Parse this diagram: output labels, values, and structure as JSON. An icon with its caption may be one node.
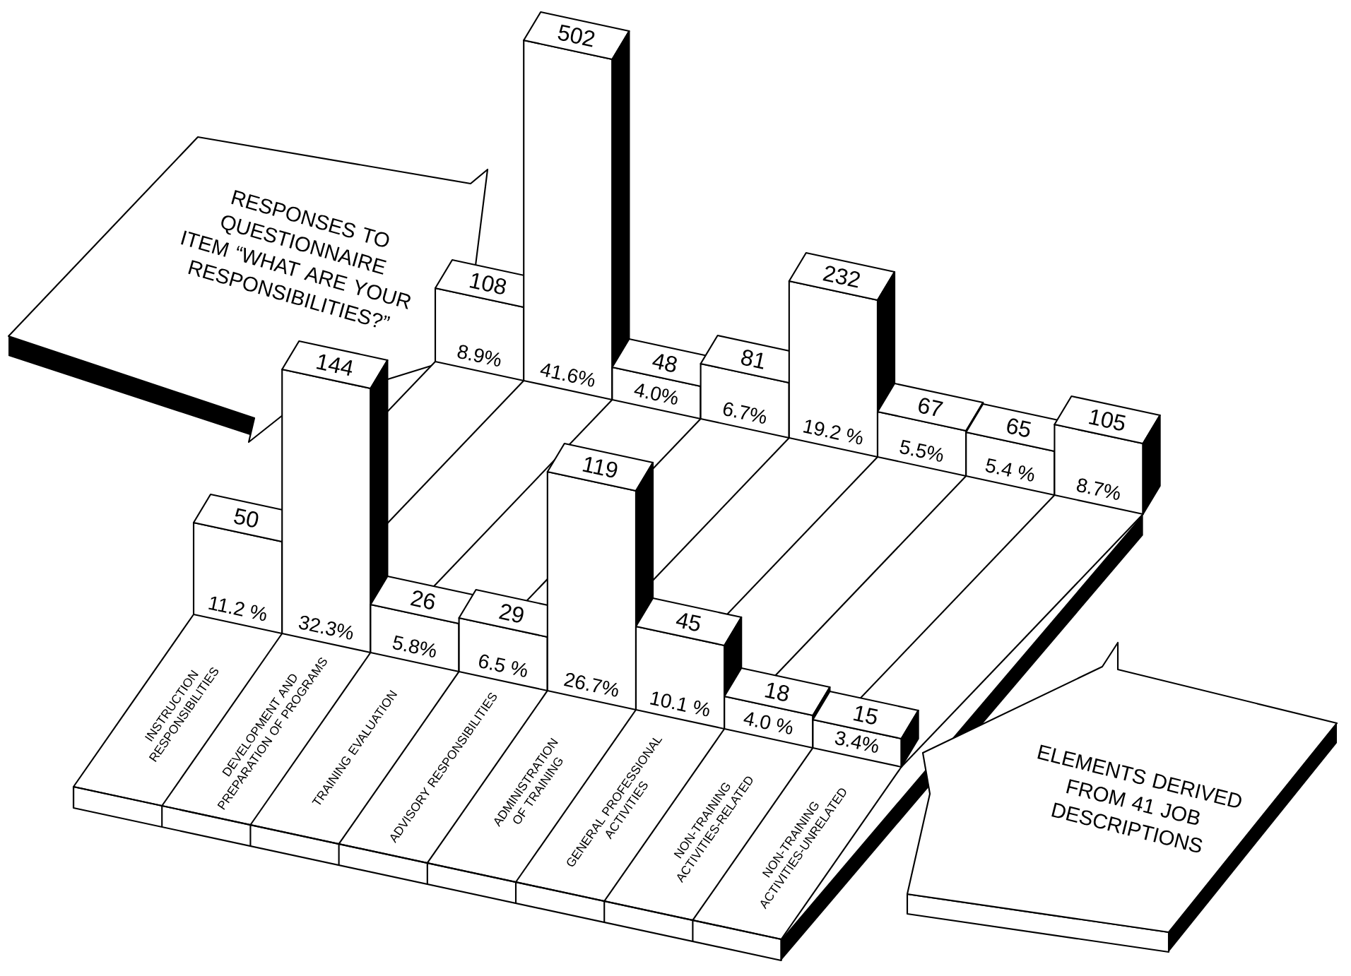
{
  "diagram": {
    "nodes": [
      {
        "text": [
          "RESPONSES TO QUESTIONNAIRE ITEM “WHAT ARE YOUR RESPONSIBILITIES?”"
        ]
      },
      {
        "text": [
          "ELEMENTS DERIVED FROM 41 JOB DESCRIPTIONS"
        ]
      }
    ],
    "labels": [
      "108",
      "8.9%",
      "502",
      "41.6%",
      "48",
      "4.0%",
      "81",
      "6.7%",
      "232",
      "19.2 %",
      "67",
      "5.5%",
      "65",
      "5.4 %",
      "105",
      "8.7%",
      "50",
      "11.2 %",
      "144",
      "32.3%",
      "26",
      "5.8%",
      "29",
      "6.5 %",
      "119",
      "26.7%",
      "45",
      "10.1 %",
      "18",
      "4.0 %",
      "15",
      "3.4%",
      "INSTRUCTION RESPONSIBILITIES",
      "DEVELOPMENT AND PREPARATION OF PROGRAMS",
      "TRAINING EVALUATION",
      "ADVISORY RESPONSIBILITIES",
      "ADMINISTRATION OF TRAINING",
      "GENERAL PROFESSIONAL ACTIVITIES",
      "NON-TRAINING ACTIVITIES-RELATED",
      "NON-TRAINING ACTIVITIES-UNRELATED"
    ]
  }
}
